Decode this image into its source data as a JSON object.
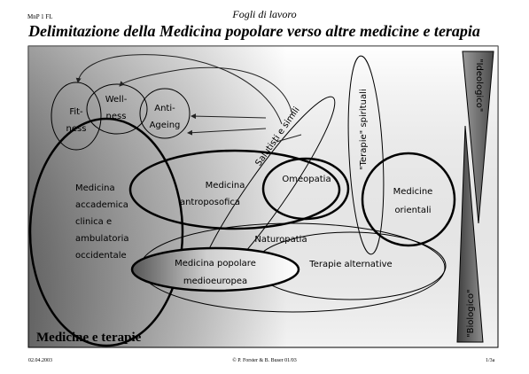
{
  "header": {
    "code": "MnP 1 FL",
    "subtitle": "Fogli di lavoro",
    "title": "Delimitazione della Medicina popolare verso altre medicine e terapia"
  },
  "diagram": {
    "bottom_label": "Medicine e terapie",
    "fitness": [
      "Fit-",
      "ness"
    ],
    "wellness": [
      "Well-",
      "ness"
    ],
    "antiageing": [
      "Anti-",
      "Ageing"
    ],
    "salutisti": "Salutisti e simili",
    "terapie_spirituali": "\"Terapie\" spirituali",
    "ideologico": "\"Ideologico\"",
    "biologico": "\"Biologico\"",
    "medicina_accademica": [
      "Medicina",
      "accademica",
      "clinica e",
      "ambulatoria",
      "occidentale"
    ],
    "medicina_antroposofica": [
      "Medicina",
      "antroposofica"
    ],
    "omeopatia": "Omeopatia",
    "medicine_orientali": [
      "Medicine",
      "orientali"
    ],
    "naturopatia": "Naturopatia",
    "medicina_popolare": [
      "Medicina popolare",
      "medioeuropea"
    ],
    "terapie_alternative": "Terapie alternative"
  },
  "footer": {
    "date": "02.04.2003",
    "copyright": "© P. Forster & B. Buser 01/03",
    "page": "1/3a"
  }
}
